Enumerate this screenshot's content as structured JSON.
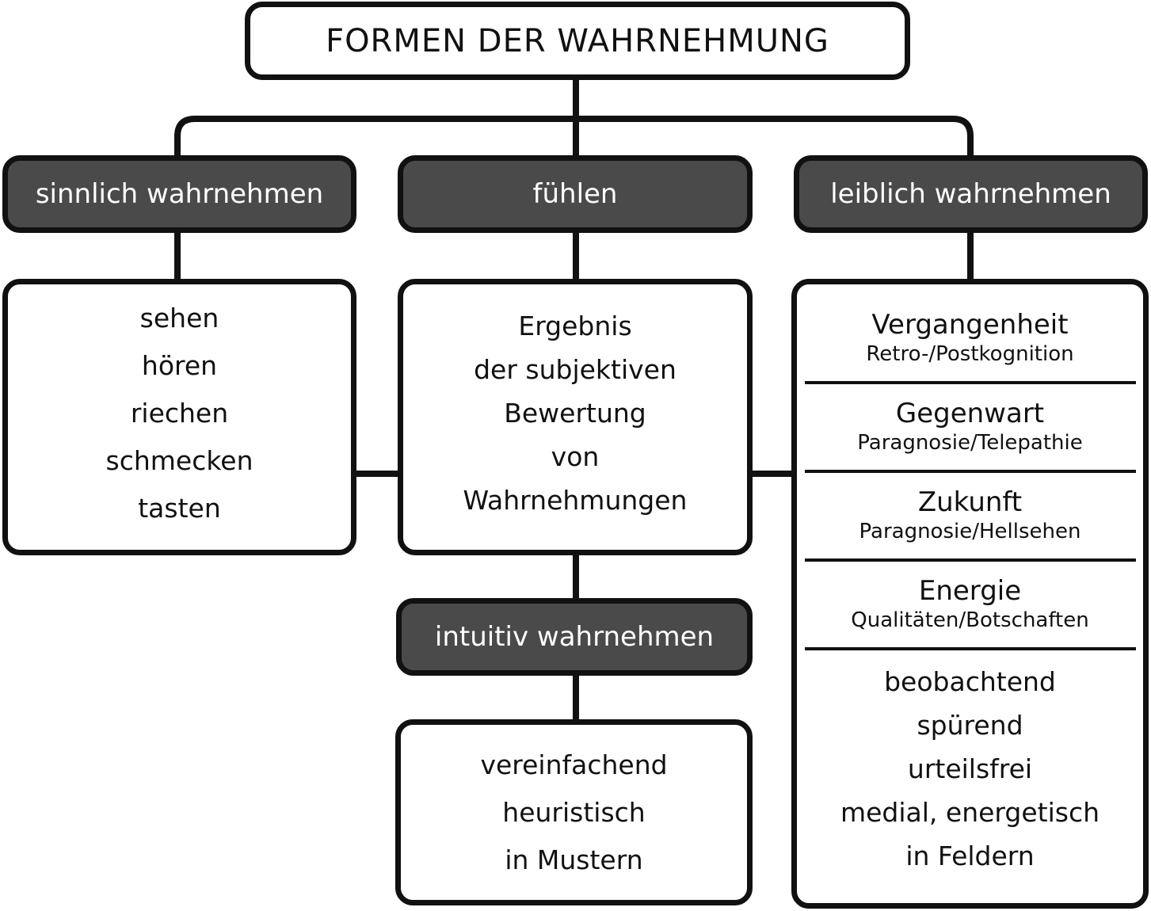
{
  "title": "FORMEN DER WAHRNEHMUNG",
  "categories": {
    "sinnlich": {
      "label": "sinnlich wahrnehmen",
      "items": [
        "sehen",
        "hören",
        "riechen",
        "schmecken",
        "tasten"
      ]
    },
    "fuehlen": {
      "label": "fühlen",
      "items": [
        "Ergebnis",
        "der subjektiven",
        "Bewertung",
        "von",
        "Wahrnehmungen"
      ]
    },
    "leiblich": {
      "label": "leiblich wahrnehmen",
      "sections": [
        {
          "title": "Vergangenheit",
          "sub": "Retro-/Postkognition"
        },
        {
          "title": "Gegenwart",
          "sub": "Paragnosie/Telepathie"
        },
        {
          "title": "Zukunft",
          "sub": "Paragnosie/Hellsehen"
        },
        {
          "title": "Energie",
          "sub": "Qualitäten/Botschaften"
        }
      ],
      "qualities": [
        "beobachtend",
        "spürend",
        "urteilsfrei",
        "medial, energetisch",
        "in Feldern"
      ]
    },
    "intuitiv": {
      "label": "intuitiv wahrnehmen",
      "items": [
        "vereinfachend",
        "heuristisch",
        "in Mustern"
      ]
    }
  },
  "colors": {
    "line": "#111111",
    "header_fill": "#4a4a4a",
    "header_text": "#ffffff",
    "box_fill": "#ffffff"
  }
}
